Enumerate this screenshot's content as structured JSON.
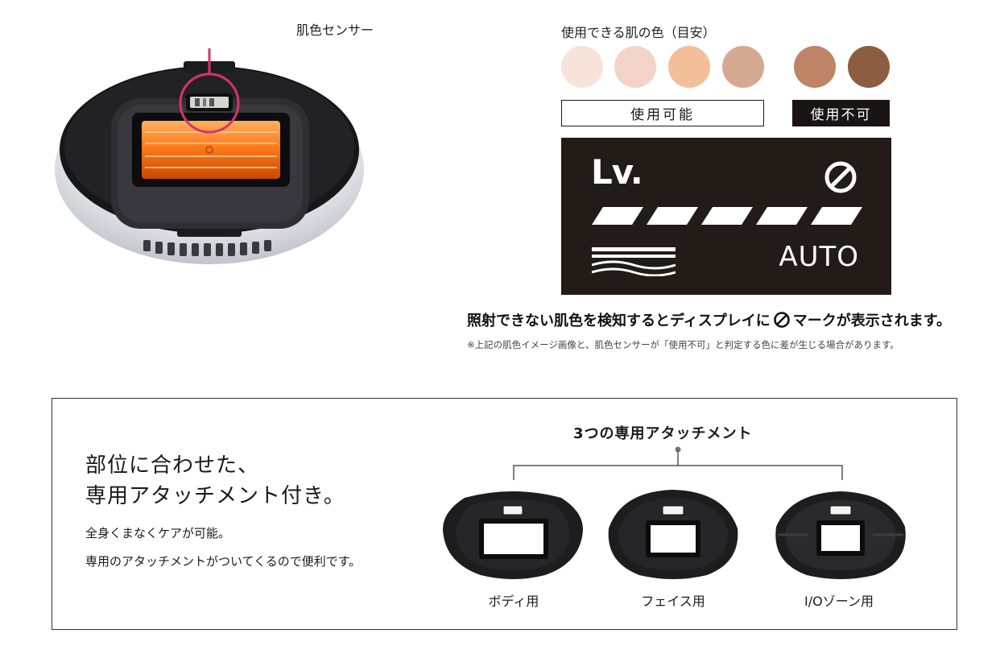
{
  "device": {
    "sensor_label": "肌色センサー"
  },
  "skin_tone": {
    "title": "使用できる肌の色（目安）",
    "swatches": [
      {
        "color": "#f7e3d9",
        "usable": true
      },
      {
        "color": "#f3d3c8",
        "usable": true
      },
      {
        "color": "#f2bf99",
        "usable": true
      },
      {
        "color": "#d5a990",
        "usable": true
      },
      {
        "color": "#bf8466",
        "usable": false
      },
      {
        "color": "#8c5d3f",
        "usable": false
      }
    ],
    "usable_label": "使用可能",
    "unusable_label": "使用不可"
  },
  "display": {
    "level_text": "Lv.",
    "prohibited_icon": "prohibited-icon",
    "level_bars": 5,
    "wave_icon": "skin-wave-icon",
    "auto_text": "AUTO"
  },
  "notes": {
    "main_before": "照射できない肌色を検知するとディスプレイに",
    "main_after": "マークが表示されます。",
    "small": "※上記の肌色イメージ画像と、肌色センサーが「使用不可」と判定する色に差が生じる場合があります。"
  },
  "attachments": {
    "heading_line1": "部位に合わせた、",
    "heading_line2": "専用アタッチメント付き。",
    "sub1": "全身くまなくケアが可能。",
    "sub2": "専用のアタッチメントがついてくるので便利です。",
    "title": "3つの専用アタッチメント",
    "items": [
      {
        "label": "ボディ用"
      },
      {
        "label": "フェイス用"
      },
      {
        "label": "I/Oゾーン用"
      }
    ]
  },
  "colors": {
    "accent_pink": "#d6336c",
    "panel_bg": "#231b17",
    "lamp_orange": "#ff7a1a"
  }
}
